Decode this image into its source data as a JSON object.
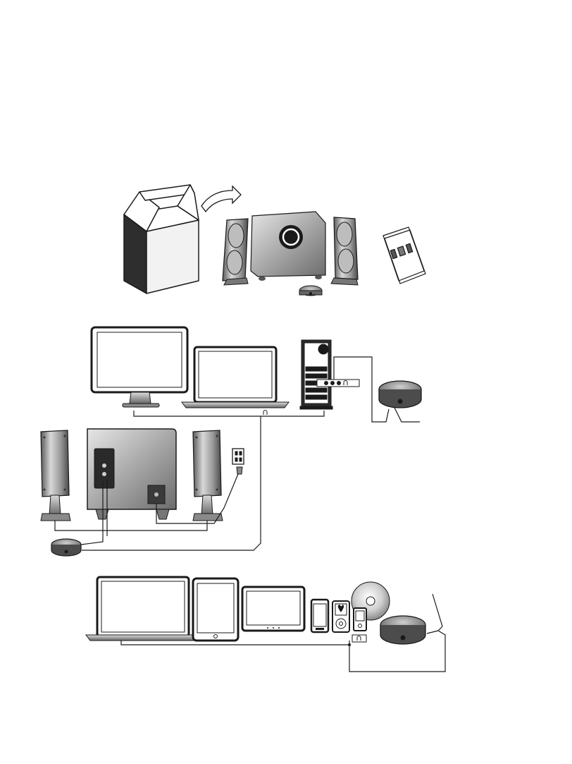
{
  "figure": {
    "section_unboxing": "unbox-contents",
    "section_computer": "computer-connection",
    "section_mobile": "mobile-device-connection",
    "accents": {
      "outline": "#1a1a1a",
      "speaker_metal": "#9a9a9a",
      "box_dark": "#2e2e2e",
      "screen": "#ffffff"
    },
    "icons": [
      "box-icon",
      "arrow-icon",
      "speaker-icon",
      "subwoofer-icon",
      "control-pod-icon",
      "manual-icon",
      "monitor-icon",
      "laptop-icon",
      "tower-pc-icon",
      "headphone-jack-icon",
      "power-outlet-icon",
      "tablet-icon",
      "phone-icon",
      "mp3-player-icon",
      "cd-icon"
    ]
  }
}
